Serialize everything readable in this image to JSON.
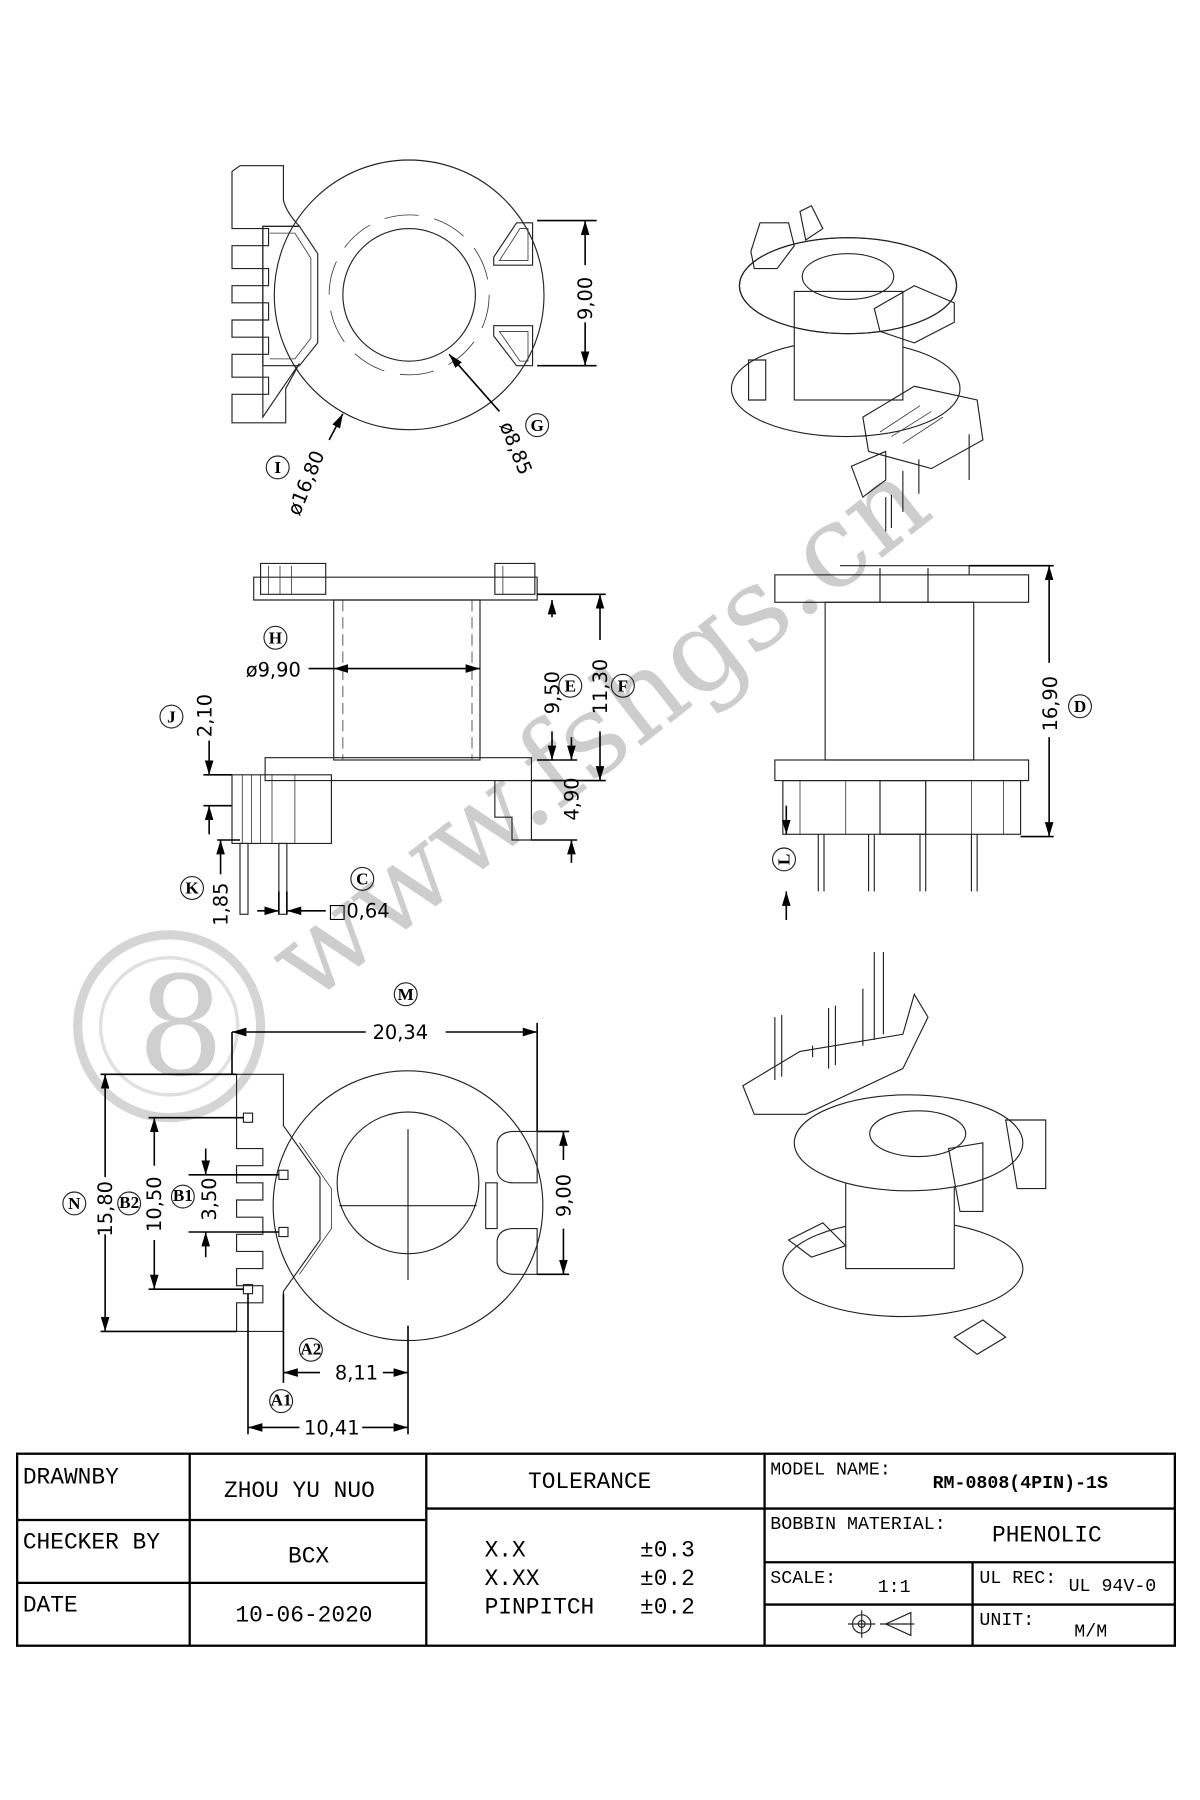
{
  "watermark": "www.fshgs.cn",
  "top_view": {
    "dim_width": "9,00",
    "label_I": "I",
    "dim_I": "ø16,80",
    "label_G": "G",
    "dim_G": "ø8,85"
  },
  "side_view": {
    "label_H": "H",
    "dim_H": "ø9,90",
    "dim_E": "9,50",
    "label_E": "E",
    "dim_F": "11,30",
    "label_F": "F",
    "dim_490": "4,90",
    "label_J": "J",
    "dim_J": "2,10",
    "label_K": "K",
    "dim_K": "1,85",
    "label_C": "C",
    "dim_C": "□0,64"
  },
  "front_view": {
    "dim_D": "16,90",
    "label_D": "D",
    "label_L": "L"
  },
  "bottom_view": {
    "label_M": "M",
    "dim_M": "20,34",
    "label_N": "N",
    "dim_N": "15,80",
    "label_B2": "B2",
    "dim_B2": "10,50",
    "label_B1": "B1",
    "dim_B1": "3,50",
    "dim_900": "9,00",
    "label_A2": "A2",
    "dim_A2": "8,11",
    "label_A1": "A1",
    "dim_A1": "10,41"
  },
  "title_block": {
    "drawnby_label": "DRAWNBY",
    "drawnby_value": "ZHOU YU NUO",
    "checker_label": "CHECKER BY",
    "checker_value": "BCX",
    "date_label": "DATE",
    "date_value": "10-06-2020",
    "tolerance_label": "TOLERANCE",
    "tolerances": [
      {
        "format": "X.X",
        "value": "±0.3"
      },
      {
        "format": "X.XX",
        "value": "±0.2"
      },
      {
        "format": "PINPITCH",
        "value": "±0.2"
      }
    ],
    "model_label": "MODEL NAME:",
    "model_value": "RM-0808(4PIN)-1S",
    "material_label": "BOBBIN MATERIAL:",
    "material_value": "PHENOLIC",
    "scale_label": "SCALE:",
    "scale_value": "1:1",
    "ul_label": "UL REC:",
    "ul_value": "UL 94V-0",
    "unit_label": "UNIT:",
    "unit_value": "M/M"
  }
}
